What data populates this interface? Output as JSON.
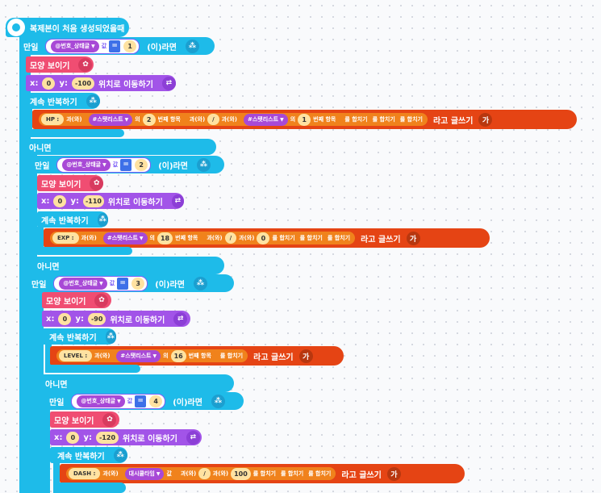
{
  "hat": {
    "label": "복제본이 처음 생성되었을때"
  },
  "blocks": {
    "if_label": "만일",
    "then_label": "(이)라면",
    "else_label": "아니면",
    "show_label": "모양 보이기",
    "move_suffix": "위치로 이동하기",
    "x_label": "x:",
    "y_label": "y:",
    "repeat_label": "계속 반복하기",
    "say_label": "라고 글쓰기",
    "say_sub": "가",
    "join_word": "과(와)",
    "join_end": "를 합치기",
    "item_of": "의",
    "item_suffix": "번째 항목",
    "value_label": "값",
    "eq": "=",
    "slash": "/"
  },
  "vars": {
    "state": "@번호_상태글",
    "list": "#스탯리스트",
    "dash_timer": "대시쿨타임"
  },
  "branch1": {
    "cond_value": "1",
    "x": "0",
    "y": "-100",
    "label": "HP :",
    "item_a": "2",
    "item_b": "1"
  },
  "branch2": {
    "cond_value": "2",
    "x": "0",
    "y": "-110",
    "label": "EXP :",
    "item_a": "18",
    "tail": "0"
  },
  "branch3": {
    "cond_value": "3",
    "x": "0",
    "y": "-90",
    "label": "LEVEL :",
    "item_a": "16"
  },
  "branch4": {
    "cond_value": "4",
    "x": "0",
    "y": "-120",
    "label": "DASH :",
    "tail": "100"
  },
  "colors": {
    "flow": "#1ebbe9",
    "looks": "#f04d72",
    "move": "#a254e8",
    "say": "#e54414",
    "text_field": "#ffe2a1"
  }
}
